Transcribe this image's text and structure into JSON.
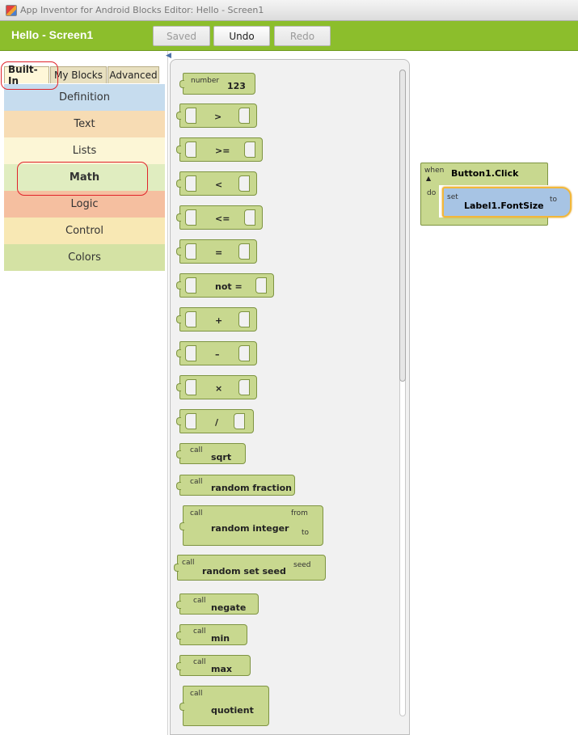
{
  "window": {
    "title": "App Inventor for Android Blocks Editor: Hello - Screen1"
  },
  "header": {
    "screen_title": "Hello - Screen1",
    "saved_label": "Saved",
    "undo_label": "Undo",
    "redo_label": "Redo"
  },
  "tabs": [
    {
      "label": "Built-In",
      "active": true
    },
    {
      "label": "My Blocks",
      "active": false
    },
    {
      "label": "Advanced",
      "active": false
    }
  ],
  "drawers": [
    {
      "label": "Definition",
      "color": "#c6dcee"
    },
    {
      "label": "Text",
      "color": "#f7dcb4"
    },
    {
      "label": "Lists",
      "color": "#fcf6d6"
    },
    {
      "label": "Math",
      "color": "#e0edc0",
      "selected": true
    },
    {
      "label": "Logic",
      "color": "#f5bfa0"
    },
    {
      "label": "Control",
      "color": "#f8e8b4"
    },
    {
      "label": "Colors",
      "color": "#d4e2a4"
    }
  ],
  "math_blocks": {
    "number": {
      "tag": "number",
      "value": "123"
    },
    "ops": [
      ">",
      ">=",
      "<",
      "<=",
      "=",
      "not =",
      "+",
      "–",
      "×",
      "/"
    ],
    "call_tag": "call",
    "sqrt": "sqrt",
    "random_fraction": "random fraction",
    "random_integer": "random integer",
    "from": "from",
    "to": "to",
    "random_set_seed": "random set seed",
    "seed": "seed",
    "negate": "negate",
    "min": "min",
    "max": "max",
    "quotient": "quotient"
  },
  "workspace": {
    "when_tag": "when",
    "event_name": "Button1.Click",
    "do_tag": "do",
    "set_tag": "set",
    "property": "Label1.FontSize",
    "to_tag": "to"
  }
}
